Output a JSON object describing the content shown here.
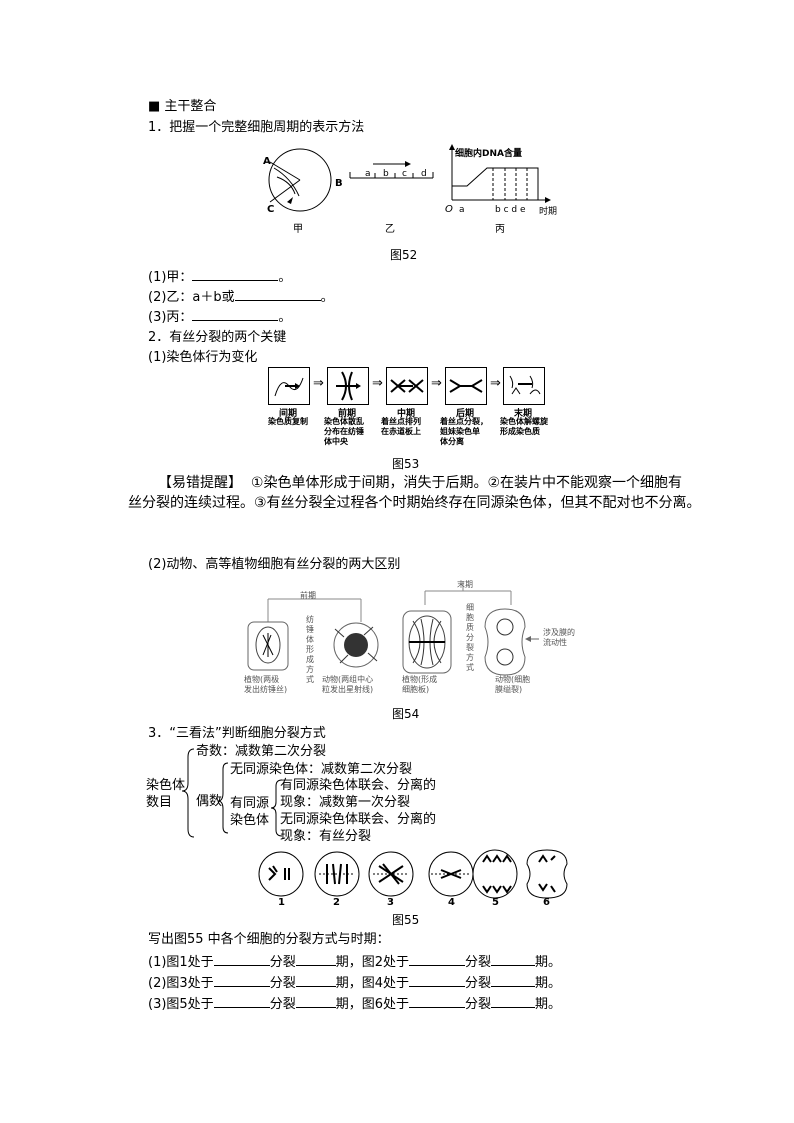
{
  "section_title": "■ 主干整合",
  "item1": {
    "title": "1．把握一个完整细胞周期的表示方法",
    "figure": {
      "jia": "甲",
      "yi": "乙",
      "bing": "丙",
      "A": "A",
      "B": "B",
      "C": "C",
      "yi_a": "a",
      "yi_b": "b",
      "yi_c": "c",
      "yi_d": "d",
      "bing_title": "细胞内DNA含量",
      "bing_O": "O",
      "bing_a": "a",
      "bing_bcde": "b c d e",
      "bing_time": "时期",
      "caption": "图52"
    },
    "q1": "(1)甲：",
    "q1_end": "。",
    "q2": "(2)乙：a＋b或",
    "q2_end": "。",
    "q3": "(3)丙：",
    "q3_end": "。"
  },
  "item2": {
    "title": "2．有丝分裂的两个关键",
    "sub1": "(1)染色体行为变化",
    "stages": [
      {
        "name": "间期",
        "desc": "染色质复制"
      },
      {
        "name": "前期",
        "desc": "染色体散乱\n分布在纺锤\n体中央"
      },
      {
        "name": "中期",
        "desc": "着丝点排列\n在赤道板上"
      },
      {
        "name": "后期",
        "desc": "着丝点分裂，\n姐妹染色单\n体分离"
      },
      {
        "name": "末期",
        "desc": "染色体解螺旋\n形成染色质"
      }
    ],
    "arrow": "⇒",
    "caption53": "图53",
    "tip_label": "【易错提醒】",
    "tip_line1": "①染色单体形成于间期，消失于后期。②在装片中不能观察一个细胞有",
    "tip_line2": "丝分裂的连续过程。③有丝分裂全过程各个时期始终存在同源染色体，但其不配对也不分离。",
    "sub2": "(2)动物、高等植物细胞有丝分裂的两大区别",
    "fig54": {
      "qianqi": "前期",
      "moqi": "末期",
      "mid_label1": "纺锤体形成方式",
      "mid_label2": "细胞质分裂方式",
      "plant1": "植物(两极\n发出纺锤丝)",
      "animal1": "动物(两组中心\n粒发出星射线)",
      "plant2": "植物(形成\n细胞板)",
      "animal2": "动物(细胞\n膜缢裂)",
      "membrane": "涉及膜的\n流动性",
      "caption": "图54"
    }
  },
  "item3": {
    "title": "3．“三看法”判断细胞分裂方式",
    "root": "染色体\n数目",
    "odd": "奇数：减数第二次分裂",
    "even": "偶数",
    "no_homolog": "无同源染色体：减数第二次分裂",
    "has_homolog": "有同源\n染色体",
    "case1_line1": "有同源染色体联会、分离的",
    "case1_line2": "现象：减数第一次分裂",
    "case2_line1": "无同源染色体联会、分离的",
    "case2_line2": "现象：有丝分裂",
    "cell_numbers": [
      "1",
      "2",
      "3",
      "4",
      "5",
      "6"
    ],
    "caption55": "图55",
    "prompt": "写出图55  中各个细胞的分裂方式与时期：",
    "qs": [
      {
        "p1": "(1)图1处于",
        "p2": "分裂",
        "p3": "期，图2处于",
        "p4": "分裂",
        "p5": "期。"
      },
      {
        "p1": "(2)图3处于",
        "p2": "分裂",
        "p3": "期，图4处于",
        "p4": "分裂",
        "p5": "期。"
      },
      {
        "p1": "(3)图5处于",
        "p2": "分裂",
        "p3": "期，图6处于",
        "p4": "分裂",
        "p5": "期。"
      }
    ]
  }
}
